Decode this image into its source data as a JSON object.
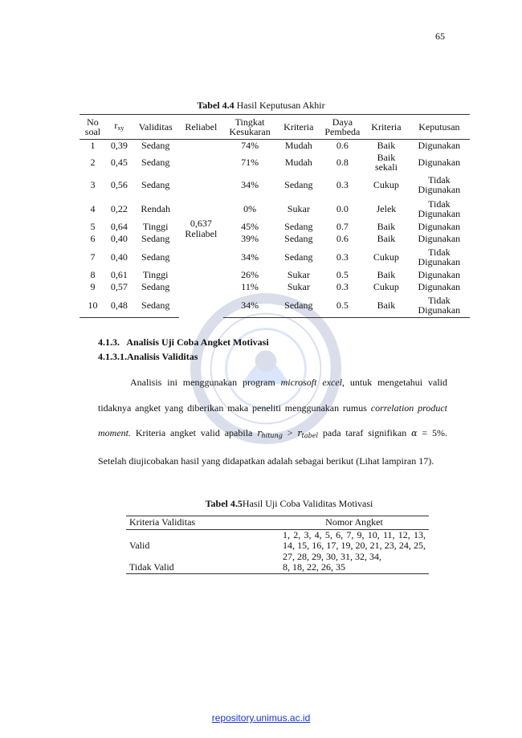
{
  "page_number": "65",
  "table44": {
    "caption_bold": "Tabel 4.4",
    "caption_rest": " Hasil Keputusan Akhir",
    "headers": [
      "No soal",
      "r",
      "xy",
      "Validitas",
      "Reliabel",
      "Tingkat Kesukaran",
      "Kriteria",
      "Daya Pembeda",
      "Kriteria",
      "Keputusan"
    ],
    "reliabel_value": "0,637",
    "reliabel_label": "Reliabel",
    "rows": [
      [
        "1",
        "0,39",
        "Sedang",
        "74%",
        "Mudah",
        "0.6",
        "Baik",
        "Digunakan"
      ],
      [
        "2",
        "0,45",
        "Sedang",
        "71%",
        "Mudah",
        "0.8",
        "Baik sekali",
        "Digunakan"
      ],
      [
        "3",
        "0,56",
        "Sedang",
        "34%",
        "Sedang",
        "0.3",
        "Cukup",
        "Tidak Digunakan"
      ],
      [
        "4",
        "0,22",
        "Rendah",
        "0%",
        "Sukar",
        "0.0",
        "Jelek",
        "Tidak Digunakan"
      ],
      [
        "5",
        "0,64",
        "Tinggi",
        "45%",
        "Sedang",
        "0.7",
        "Baik",
        "Digunakan"
      ],
      [
        "6",
        "0,40",
        "Sedang",
        "39%",
        "Sedang",
        "0.6",
        "Baik",
        "Digunakan"
      ],
      [
        "7",
        "0,40",
        "Sedang",
        "34%",
        "Sedang",
        "0.3",
        "Cukup",
        "Tidak Digunakan"
      ],
      [
        "8",
        "0,61",
        "Tinggi",
        "26%",
        "Sukar",
        "0.5",
        "Baik",
        "Digunakan"
      ],
      [
        "9",
        "0,57",
        "Sedang",
        "11%",
        "Sukar",
        "0.3",
        "Cukup",
        "Digunakan"
      ],
      [
        "10",
        "0,48",
        "Sedang",
        "34%",
        "Sedang",
        "0.5",
        "Baik",
        "Tidak Digunakan"
      ]
    ]
  },
  "heading1": "4.1.3.   Analisis Uji Coba Angket Motivasi",
  "heading2": "4.1.3.1.Analisis Validitas",
  "paragraph": {
    "p1": "Analisis ini menggunakan program ",
    "p2": "microsoft excel",
    "p3": ", untuk mengetahui valid tidaknya angket yang diberikan maka peneliti menggunakan rumus ",
    "p4": "correlation product moment.",
    "p5": " Kriteria angket valid apabila ",
    "r_hitung": "r",
    "r_hitung_sub": "hitung",
    "gt": " > ",
    "r_tabel": "r",
    "r_tabel_sub": "tabel",
    "p6": " pada taraf signifikan ",
    "alpha": "α",
    "p7": " = 5%. Setelah diujicobakan hasil yang didapatkan adalah sebagai berikut (Lihat lampiran 17)."
  },
  "table45": {
    "caption_bold": "Tabel 4.5",
    "caption_rest": "Hasil Uji Coba Validitas Motivasi",
    "headers": [
      "Kriteria Validitas",
      "Nomor Angket"
    ],
    "rows": [
      [
        "Valid",
        "1, 2, 3, 4, 5, 6, 7, 9, 10, 11, 12, 13, 14, 15, 16, 17, 19, 20, 21, 23, 24, 25, 27, 28, 29, 30, 31, 32, 34,"
      ],
      [
        "Tidak Valid",
        "8, 18, 22, 26, 35"
      ]
    ]
  },
  "footer": "repository.unimus.ac.id"
}
